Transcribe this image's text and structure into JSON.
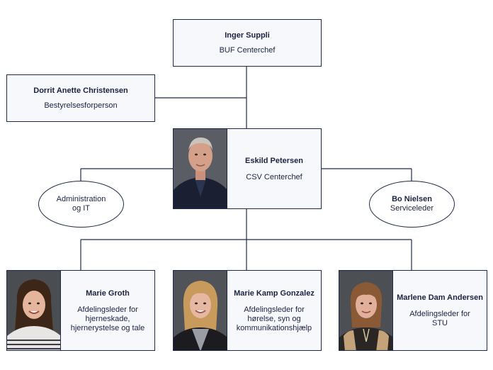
{
  "top": {
    "name": "Inger Suppli",
    "role": "BUF Centerchef"
  },
  "board": {
    "name": "Dorrit Anette Christensen",
    "role": "Bestyrelsesforperson"
  },
  "center": {
    "name": "Eskild Petersen",
    "role": "CSV Centerchef"
  },
  "admin": {
    "line1": "Administration",
    "line2": "og IT"
  },
  "service": {
    "name": "Bo Nielsen",
    "role": "Serviceleder"
  },
  "departments": [
    {
      "name": "Marie Groth",
      "role_lines": [
        "Afdelingsleder for",
        "hjerneskade,",
        "hjernerystelse og tale"
      ]
    },
    {
      "name": "Marie Kamp Gonzalez",
      "role_lines": [
        "Afdelingsleder for",
        "hørelse, syn og",
        "kommunikationshjælp"
      ]
    },
    {
      "name": "Marlene Dam Andersen",
      "role_lines": [
        "Afdelingsleder for",
        "STU"
      ]
    }
  ],
  "colors": {
    "line": "#1f2a4a",
    "box_fill": "#f6f8fc",
    "text": "#1c2340"
  }
}
